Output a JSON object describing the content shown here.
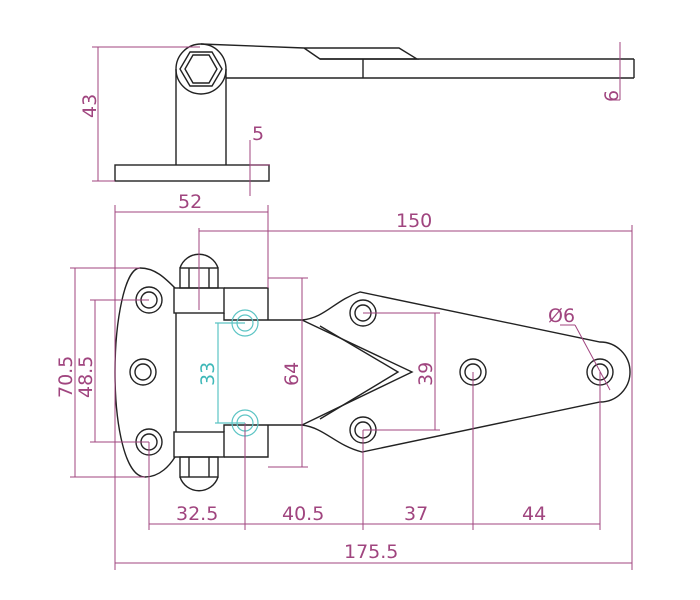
{
  "colors": {
    "outline": "#222222",
    "dimension": "#a0457f",
    "cyan": "#5cc4c4"
  },
  "side_view": {
    "height": "43",
    "base_thickness": "5",
    "arm_thickness": "6"
  },
  "front_view": {
    "width_52": "52",
    "length_150": "150",
    "total_length": "175.5",
    "hole_spacing": [
      "32.5",
      "40.5",
      "37",
      "44"
    ],
    "height_70_5": "70.5",
    "hole_span_48_5": "48.5",
    "leaf_height": "64",
    "pin_spacing": "33",
    "hole_span_39": "39",
    "hole_dia": "Ø6"
  }
}
